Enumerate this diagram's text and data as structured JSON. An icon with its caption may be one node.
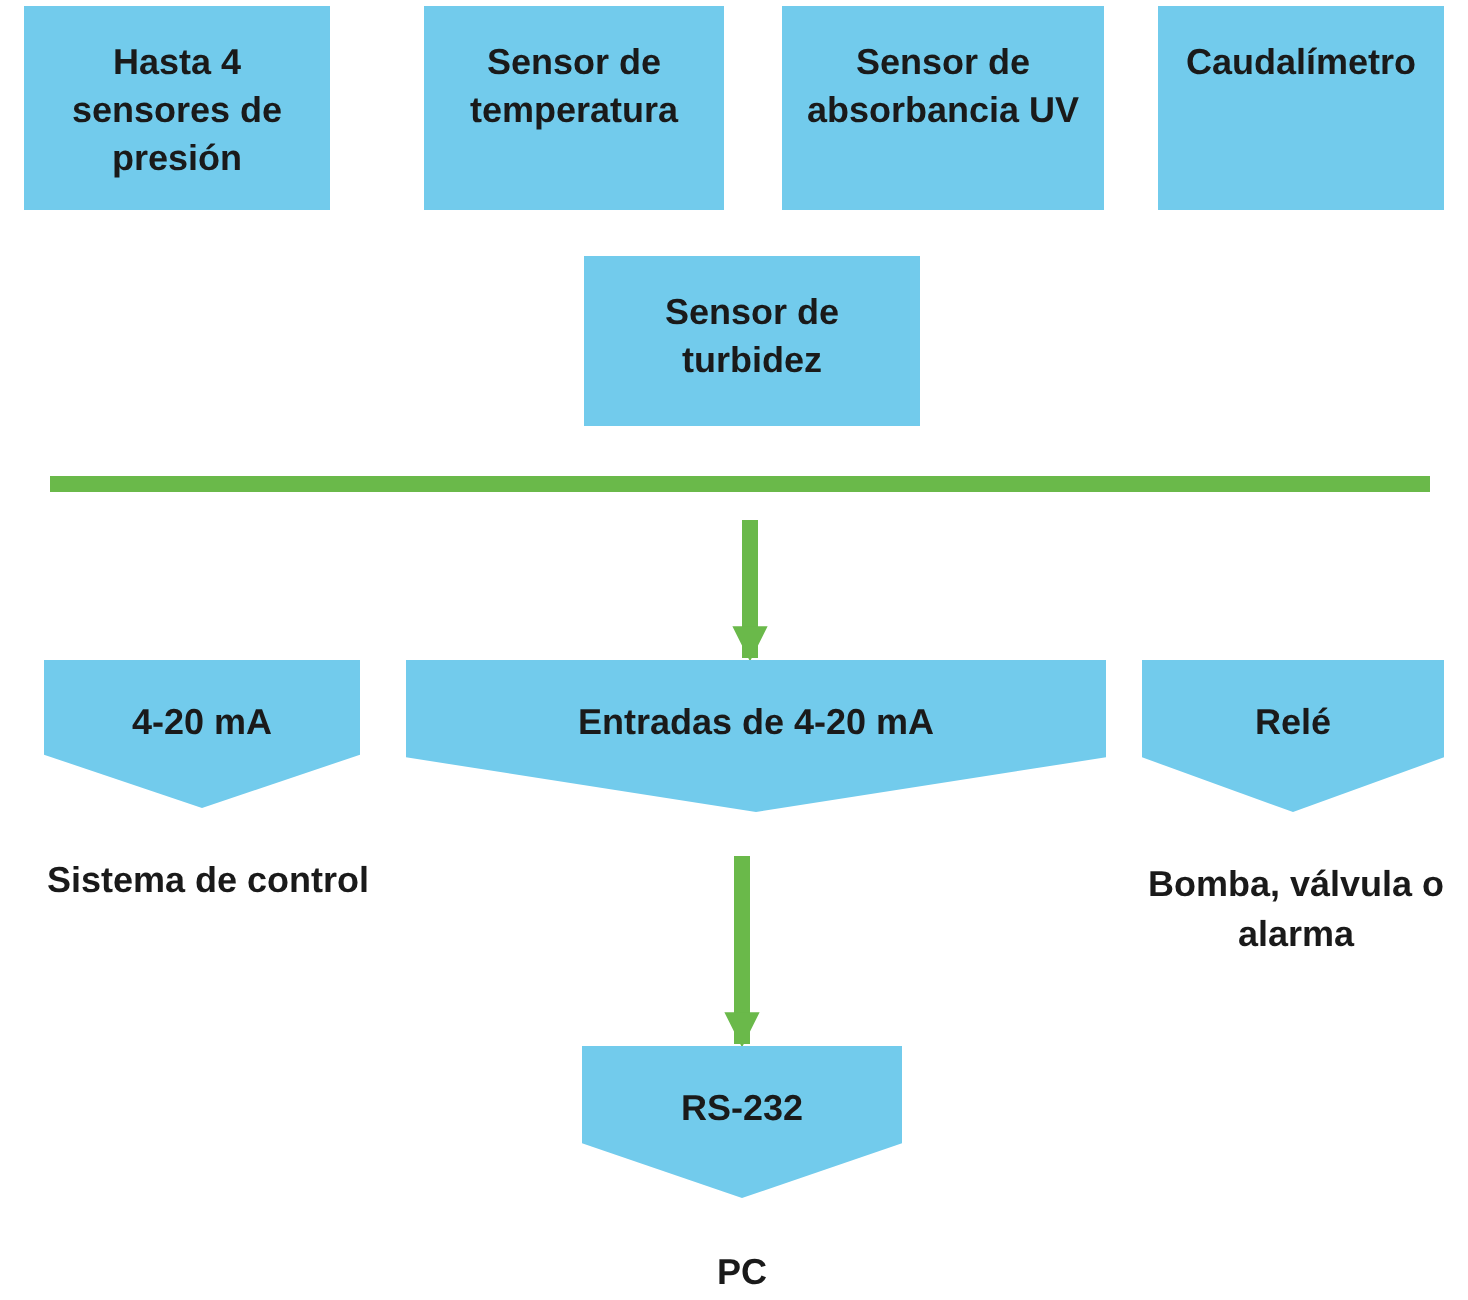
{
  "diagram": {
    "nodes": [
      {
        "text": [
          "Hasta 4 sensores de presión"
        ]
      },
      {
        "text": [
          "Sensor de temperatura"
        ]
      },
      {
        "text": [
          "Sensor de absorbancia UV"
        ]
      },
      {
        "text": [
          "Caudalímetro"
        ]
      },
      {
        "text": [
          "Sensor de turbidez"
        ]
      },
      {
        "text": [],
        "shape": "bar"
      },
      {
        "text": [
          "4-20 mA"
        ],
        "beside": [
          "Sistema de control"
        ]
      },
      {
        "text": [
          "Entradas de 4-20 mA"
        ]
      },
      {
        "text": [
          "Relé"
        ],
        "beside": [
          "Bomba, válvula o alarma"
        ]
      },
      {
        "text": [
          "RS-232"
        ],
        "beside": [
          "PC"
        ]
      }
    ],
    "edges": [
      {
        "from": 5,
        "to": 7,
        "arrow": "to"
      },
      {
        "from": 7,
        "to": 9,
        "arrow": "to"
      }
    ]
  }
}
